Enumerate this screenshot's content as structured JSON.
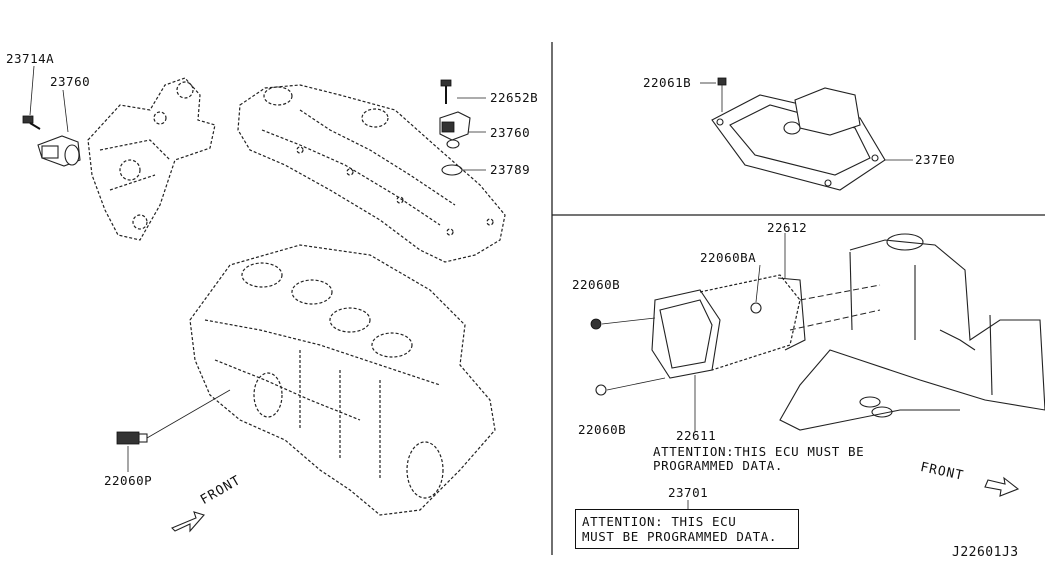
{
  "callouts": {
    "p23714a": "23714A",
    "p23760_left": "23760",
    "p22652b": "22652B",
    "p23760_right": "23760",
    "p23789": "23789",
    "p22060p": "22060P",
    "p22061b": "22061B",
    "p237e0": "237E0",
    "p22612": "22612",
    "p22060ba": "22060BA",
    "p22060b_top": "22060B",
    "p22060b_bottom": "22060B",
    "p22611": "22611",
    "p23701": "23701"
  },
  "notes": {
    "ecu_line1": "ATTENTION:THIS ECU MUST BE",
    "ecu_line2": "PROGRAMMED DATA.",
    "label_line1": "ATTENTION: THIS ECU",
    "label_line2": "MUST BE PROGRAMMED DATA."
  },
  "front_labels": {
    "left": "FRONT",
    "right": "FRONT"
  },
  "diagram_code": "J22601J3"
}
